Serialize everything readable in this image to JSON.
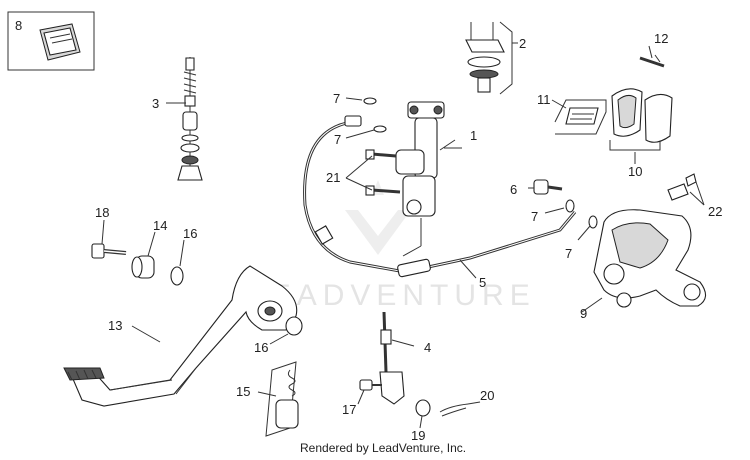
{
  "callouts": [
    "1",
    "2",
    "3",
    "4",
    "5",
    "6",
    "7",
    "7",
    "7",
    "7",
    "8",
    "9",
    "10",
    "11",
    "12",
    "13",
    "14",
    "15",
    "16",
    "16",
    "17",
    "18",
    "19",
    "20",
    "21",
    "22"
  ],
  "watermark": "LEADVENTURE",
  "footer": "Rendered by LeadVenture, Inc."
}
